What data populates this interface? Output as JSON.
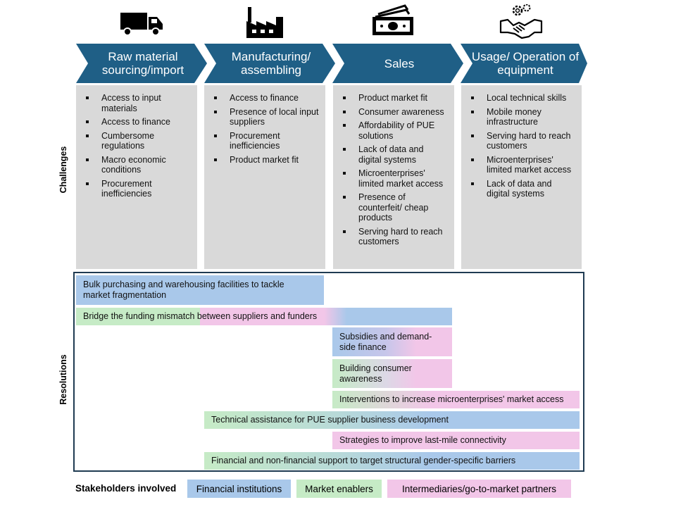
{
  "colors": {
    "chevron": "#1f5f86",
    "challenge_box": "#d9d9d9",
    "financial": "#a9c8ea",
    "market": "#c6ebc6",
    "intermediaries": "#f2c6e8",
    "frame": "#1f3b52"
  },
  "icons": [
    "truck-icon",
    "factory-icon",
    "money-icon",
    "gears-handshake-icon"
  ],
  "stages": [
    {
      "label": "Raw material sourcing/import"
    },
    {
      "label": "Manufacturing/ assembling"
    },
    {
      "label": "Sales"
    },
    {
      "label": "Usage/ Operation of equipment"
    }
  ],
  "side_labels": {
    "challenges": "Challenges",
    "resolutions": "Resolutions"
  },
  "challenges": [
    [
      "Access to input materials",
      "Access to finance",
      "Cumbersome regulations",
      "Macro economic conditions",
      "Procurement inefficiencies"
    ],
    [
      "Access to finance",
      "Presence of local input suppliers",
      "Procurement inefficiencies",
      "Product market fit"
    ],
    [
      "Product market fit",
      "Consumer awareness",
      "Affordability of PUE solutions",
      "Lack of data and digital systems",
      "Microenterprises' limited market access",
      "Presence of counterfeit/ cheap products",
      "Serving hard to reach customers"
    ],
    [
      "Local technical skills",
      "Mobile money infrastructure",
      "Serving hard to reach customers",
      "Microenterprises' limited market access",
      "Lack of data and digital systems"
    ]
  ],
  "resolutions": [
    {
      "text": "Bulk purchasing and warehousing facilities to tackle market fragmentation",
      "stakeholders": [
        "financial"
      ]
    },
    {
      "text": "Bridge the funding mismatch between suppliers and funders",
      "stakeholders": [
        "market",
        "intermediaries",
        "financial"
      ]
    },
    {
      "text": "Subsidies and demand-side finance",
      "stakeholders": [
        "financial",
        "intermediaries"
      ]
    },
    {
      "text": "Building consumer awareness",
      "stakeholders": [
        "market",
        "intermediaries"
      ]
    },
    {
      "text": "Interventions to increase microenterprises' market access",
      "stakeholders": [
        "market",
        "intermediaries"
      ]
    },
    {
      "text": "Technical assistance for PUE supplier business development",
      "stakeholders": [
        "market",
        "financial"
      ]
    },
    {
      "text": "Strategies to improve last-mile connectivity",
      "stakeholders": [
        "intermediaries"
      ]
    },
    {
      "text": "Financial and non-financial support to target structural gender-specific barriers",
      "stakeholders": [
        "market",
        "financial"
      ]
    }
  ],
  "legend": {
    "title": "Stakeholders involved",
    "items": [
      {
        "key": "financial",
        "label": "Financial institutions"
      },
      {
        "key": "market",
        "label": "Market enablers"
      },
      {
        "key": "intermediaries",
        "label": "Intermediaries/go-to-market partners"
      }
    ]
  }
}
